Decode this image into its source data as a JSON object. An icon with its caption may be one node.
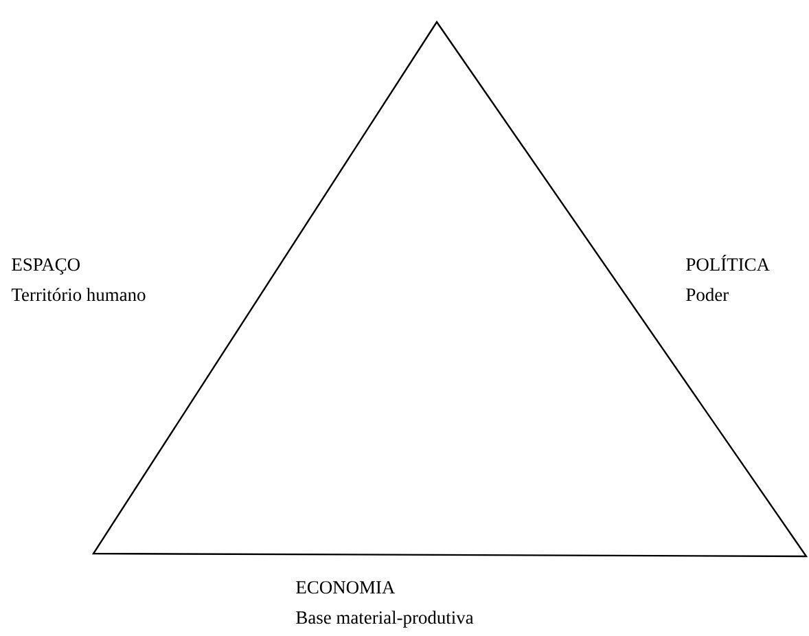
{
  "diagram": {
    "labels": [
      "ESPAÇO",
      "Território humano",
      "POLÍTICA",
      "Poder",
      "ECONOMIA",
      "Base material-produtiva"
    ]
  }
}
